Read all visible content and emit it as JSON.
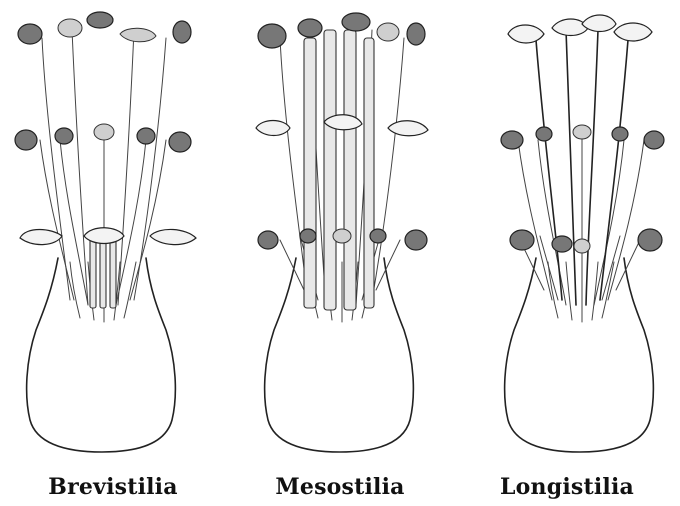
{
  "panels": [
    {
      "label": "Brevistilia"
    },
    {
      "label": "Mesostilia"
    },
    {
      "label": "Longistilia"
    }
  ]
}
